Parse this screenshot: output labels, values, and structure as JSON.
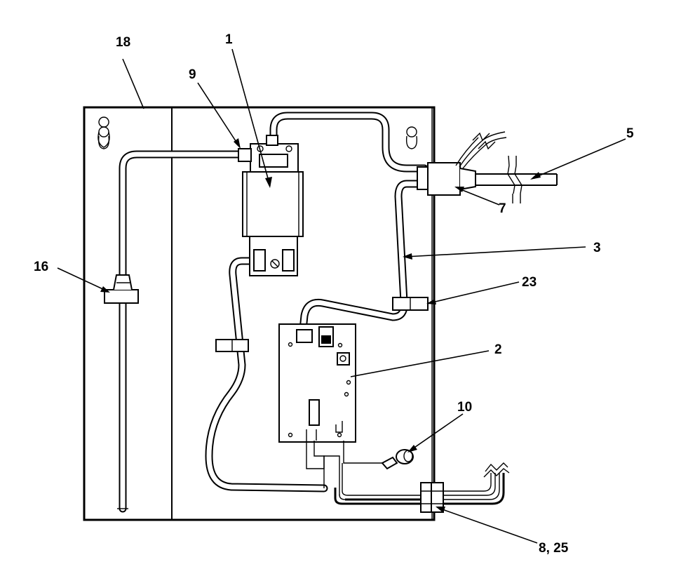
{
  "callouts": [
    {
      "id": "18",
      "label": "18"
    },
    {
      "id": "1",
      "label": "1"
    },
    {
      "id": "9",
      "label": "9"
    },
    {
      "id": "5",
      "label": "5"
    },
    {
      "id": "7",
      "label": "7"
    },
    {
      "id": "16",
      "label": "16"
    },
    {
      "id": "3",
      "label": "3"
    },
    {
      "id": "23",
      "label": "23"
    },
    {
      "id": "2",
      "label": "2"
    },
    {
      "id": "10",
      "label": "10"
    },
    {
      "id": "8-25",
      "label": "8, 25"
    }
  ]
}
